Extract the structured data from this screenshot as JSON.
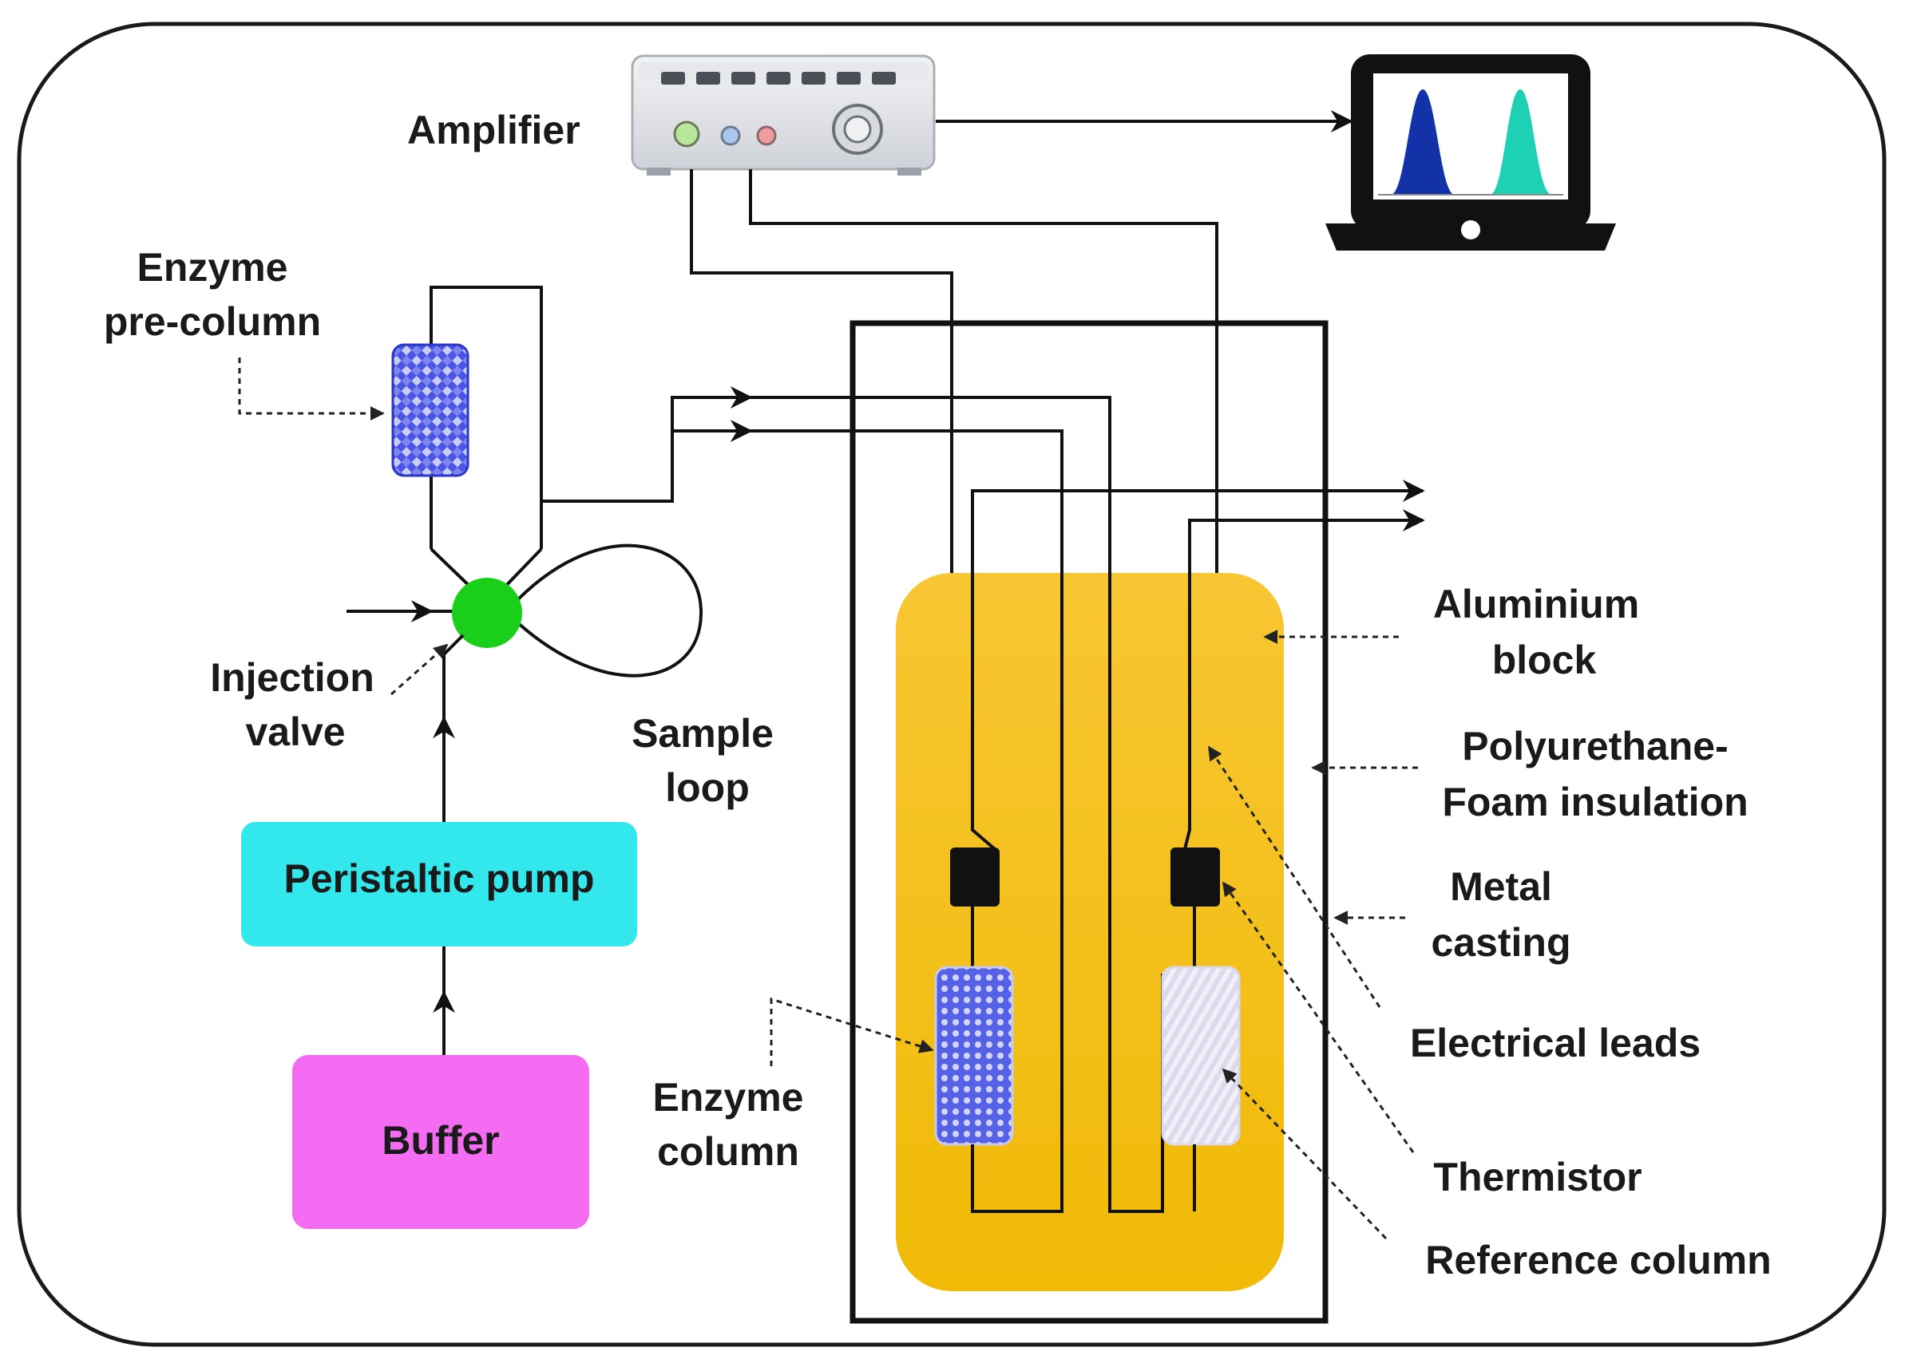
{
  "labels": {
    "amplifier": "Amplifier",
    "enzyme_precolumn_1": "Enzyme",
    "enzyme_precolumn_2": "pre-column",
    "injection_valve_1": "Injection",
    "injection_valve_2": "valve",
    "sample_loop_1": "Sample",
    "sample_loop_2": "loop",
    "peristaltic_pump": "Peristaltic pump",
    "buffer": "Buffer",
    "enzyme_column_1": "Enzyme",
    "enzyme_column_2": "column",
    "aluminium_block_1": "Aluminium",
    "aluminium_block_2": "block",
    "polyurethane_1": "Polyurethane-",
    "polyurethane_2": "Foam insulation",
    "metal_casting_1": "Metal",
    "metal_casting_2": "casting",
    "electrical_leads": "Electrical leads",
    "thermistor": "Thermistor",
    "reference_column": "Reference column"
  },
  "colors": {
    "pump_fill": "#33e8ec",
    "buffer_fill": "#f46cf2",
    "valve_fill": "#19cf19",
    "block_fill": "#f5c218",
    "peak_1": "#1432a8",
    "peak_2": "#1ed0b4",
    "enzyme_pattern": "#3f4de0",
    "reference_fill": "#ecebf4"
  },
  "icons": {
    "amplifier": "amplifier-device-icon",
    "laptop": "laptop-icon",
    "valve": "injection-valve-icon"
  }
}
